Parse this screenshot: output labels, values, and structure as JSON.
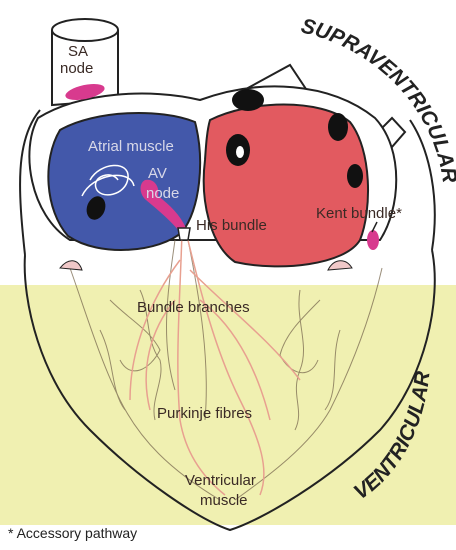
{
  "labels": {
    "sa_node": [
      "SA",
      "node"
    ],
    "atrial_muscle": "Atrial muscle",
    "av_node": [
      "AV",
      "node"
    ],
    "his_bundle": "His bundle",
    "kent_bundle": "Kent bundle*",
    "bundle_branches": "Bundle branches",
    "purkinje_fibres": "Purkinje fibres",
    "ventricular_muscle": [
      "Ventricular",
      "muscle"
    ]
  },
  "regions": {
    "supraventricular": "SUPRAVENTRICULAR",
    "ventricular": "VENTRICULAR"
  },
  "footnote": "* Accessory pathway",
  "colors": {
    "left_atrium": "#4358aa",
    "right_atrium": "#e25a60",
    "ventricle_zone": "#eeeea8",
    "node_magenta": "#d83a8e",
    "purkinje_lines": "#e8a090",
    "outline": "#222222"
  }
}
